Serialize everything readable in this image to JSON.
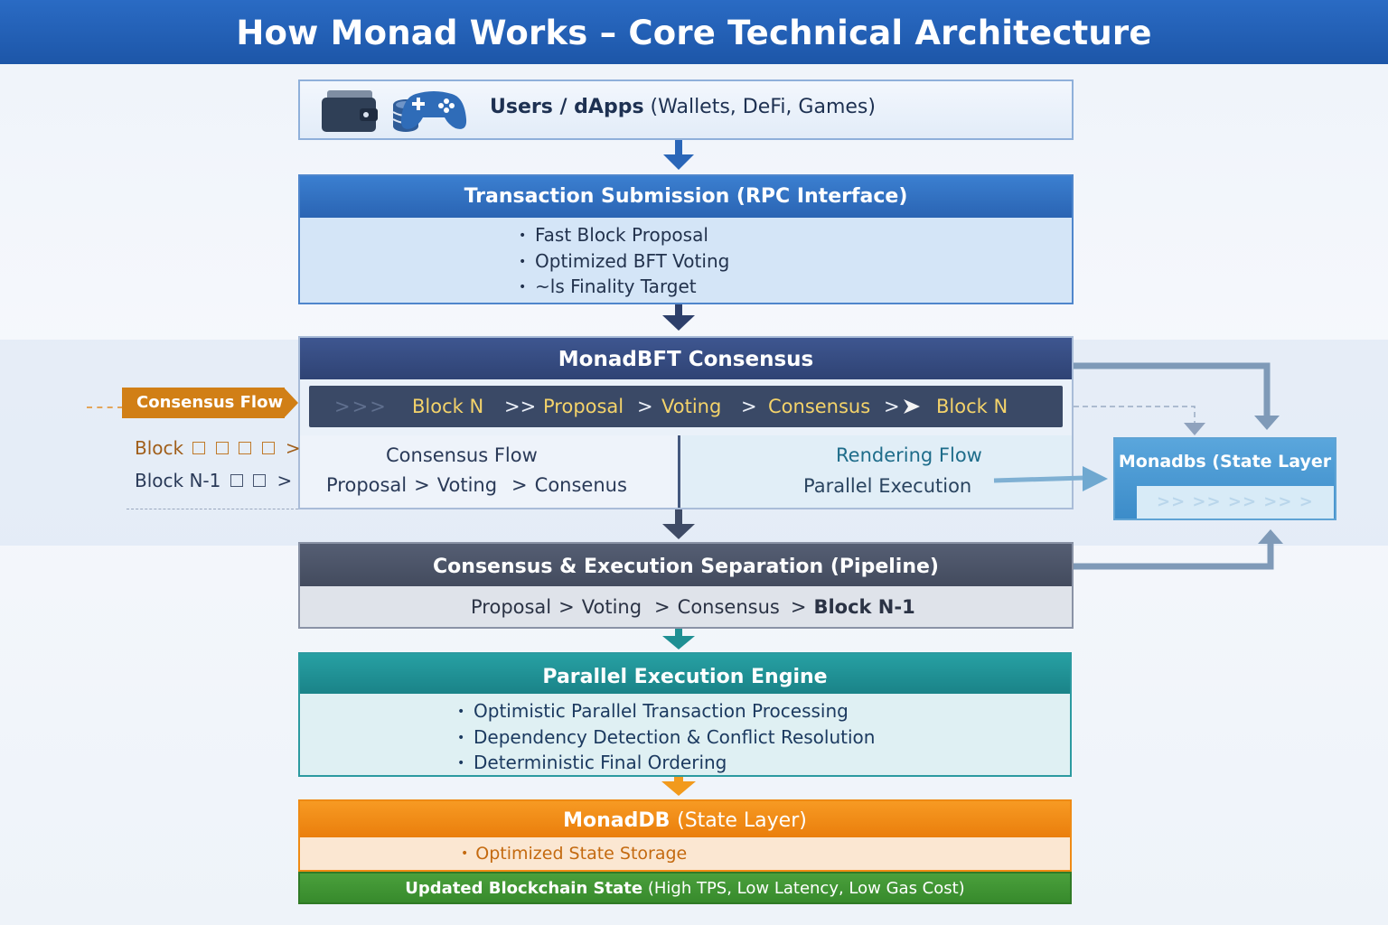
{
  "title": "How Monad Works – Core Technical Architecture",
  "users": {
    "bold": "Users / dApps",
    "normal": "(Wallets, DeFi, Games)"
  },
  "tx": {
    "header": "Transaction Submission (RPC Interface)",
    "bullets": [
      "Fast Block Proposal",
      "Optimized BFT Voting",
      "~ls Finality Target"
    ]
  },
  "bft": {
    "header": "MonadBFT Consensus",
    "strip": {
      "lead": ">>>",
      "block_n": "Block N",
      "sep1": ">>",
      "proposal": "Proposal",
      "sep2": ">",
      "voting": "Voting",
      "sep3": ">",
      "consensus": "Consensus",
      "sep4": ">",
      "block_n_end": "Block N"
    },
    "left_title": "Consensus Flow",
    "left_steps": {
      "proposal": "Proposal",
      "voting": "Voting",
      "consensus": "Consenus",
      "sep": ">"
    },
    "right_title": "Rendering Flow",
    "right_sub": "Parallel Execution"
  },
  "side": {
    "tag": "Consensus Flow",
    "block_label": "Block",
    "block_n1_label": "Block N-1",
    "chevron": ">"
  },
  "monadbs": {
    "title": "Monadbs (State Layer",
    "chevrons": ">> >> >> >> >"
  },
  "pipeline": {
    "header": "Consensus & Execution Separation (Pipeline)",
    "steps": {
      "proposal": "Proposal",
      "voting": "Voting",
      "consensus": "Consensus",
      "block": "Block N-1",
      "sep": ">"
    }
  },
  "exec": {
    "header": "Parallel Execution Engine",
    "bullets": [
      "Optimistic Parallel Transaction Processing",
      "Dependency Detection & Conflict Resolution",
      "Deterministic Final Ordering"
    ]
  },
  "db": {
    "header_bold": "MonadDB",
    "header_normal": "(State Layer)",
    "bullet": "Optimized State Storage"
  },
  "footer": {
    "bold": "Updated Blockchain State",
    "normal": "(High TPS, Low Latency, Low Gas Cost)"
  },
  "colors": {
    "title_blue": "#1f5fb5",
    "tx_blue": "#2f6fc0",
    "bft_navy": "#34497d",
    "pipeline_gray": "#474f63",
    "exec_teal": "#1f8f93",
    "db_orange": "#f08a14",
    "footer_green": "#3c8c2f",
    "tag_orange": "#d17f16"
  },
  "icons": [
    "wallet-icon",
    "coins-icon",
    "gamepad-icon"
  ]
}
